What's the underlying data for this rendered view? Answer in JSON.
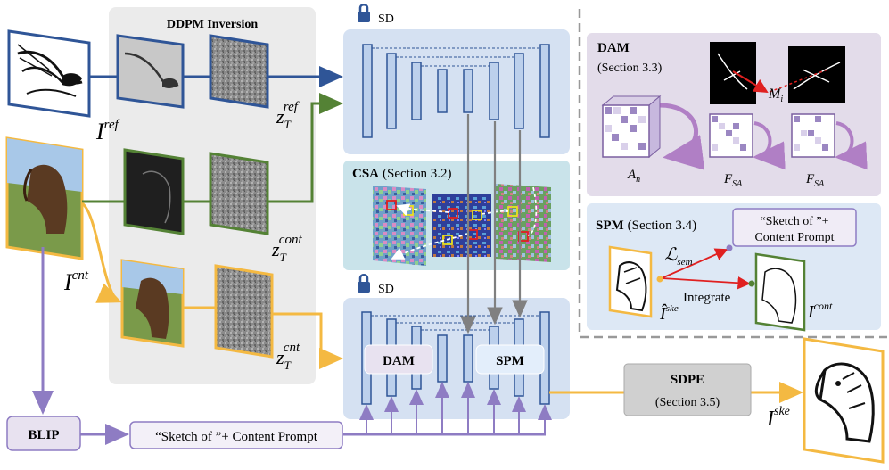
{
  "ddpm": {
    "title": "DDPM Inversion"
  },
  "sd_top": {
    "label": "SD"
  },
  "sd_bottom": {
    "label": "SD"
  },
  "csa": {
    "title": "CSA",
    "section": "(Section 3.2)"
  },
  "dam_panel": {
    "title": "DAM",
    "section": "(Section 3.3)",
    "matrix_label_base": "A",
    "matrix_label_sub": "n",
    "fsa_base": "F",
    "fsa_sub": "SA",
    "mask_label_base": "M",
    "mask_label_sub": "i"
  },
  "spm_panel": {
    "title": "SPM",
    "section": "(Section 3.4)",
    "prompt_line1": "“Sketch of ”+",
    "prompt_line2": "Content Prompt",
    "loss_base": "ℒ",
    "loss_sub": "sem",
    "integrate": "Integrate",
    "ihat_base": "Î",
    "ihat_sup": "ske",
    "icont_base": "I",
    "icont_sup": "cont"
  },
  "unet": {
    "dam_label": "DAM",
    "spm_label": "SPM"
  },
  "labels": {
    "iref_base": "I",
    "iref_sup": "ref",
    "icnt_base": "I",
    "icnt_sup": "cnt",
    "iske_base": "I",
    "iske_sup": "ske",
    "zref_base": "z",
    "zref_sub": "T",
    "zref_sup": "ref",
    "zcont_base": "z",
    "zcont_sub": "T",
    "zcont_sup": "cont",
    "zcnt_base": "z",
    "zcnt_sub": "T",
    "zcnt_sup": "cnt"
  },
  "blip": {
    "label": "BLIP"
  },
  "prompt": {
    "label": "“Sketch of ”+ Content Prompt"
  },
  "sdpe": {
    "title": "SDPE",
    "section": "(Section 3.5)"
  },
  "colors": {
    "blue": "#2f5597",
    "green": "#548235",
    "yellow": "#f4b942",
    "purple": "#8e7cc3",
    "gray": "#808080"
  }
}
